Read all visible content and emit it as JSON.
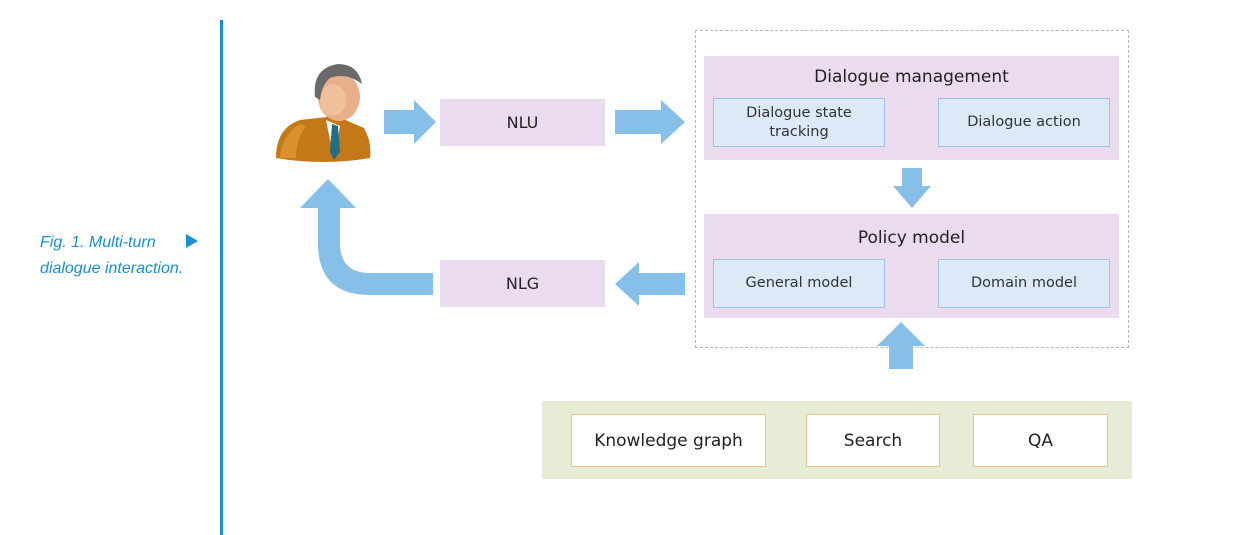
{
  "caption": {
    "line1": "Fig. 1. Multi-turn",
    "line2": "dialogue interaction."
  },
  "nodes": {
    "nlu": "NLU",
    "nlg": "NLG",
    "dialogue_management": {
      "title": "Dialogue management",
      "state_tracking_line1": "Dialogue state",
      "state_tracking_line2": "tracking",
      "action": "Dialogue action"
    },
    "policy_model": {
      "title": "Policy model",
      "general": "General model",
      "domain": "Domain model"
    },
    "knowledge": {
      "graph": "Knowledge graph",
      "search": "Search",
      "qa": "QA"
    }
  },
  "colors": {
    "accent": "#1a8fd1",
    "arrow": "#86bfe8",
    "pink": "#eadcee",
    "blue_box": "#dce9f7",
    "knowledge_bg": "#e7ecd6",
    "knowledge_border": "#f0c189"
  },
  "icons": {
    "user": "user-avatar-icon"
  }
}
